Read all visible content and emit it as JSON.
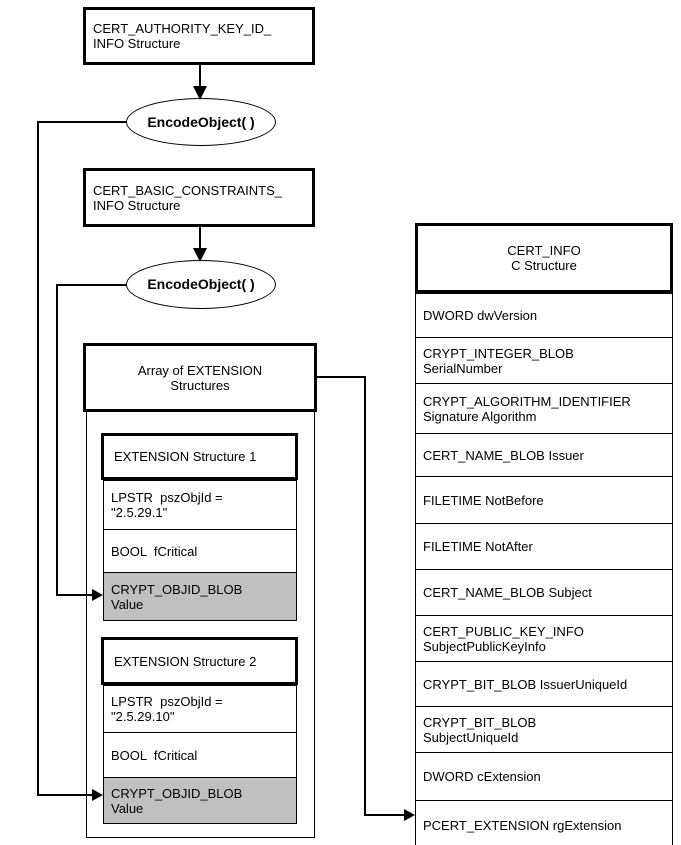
{
  "diagram": {
    "source_boxes": [
      {
        "lines": [
          "CERT_AUTHORITY_KEY_ID_",
          "INFO Structure"
        ]
      },
      {
        "lines": [
          "CERT_BASIC_CONSTRAINTS_",
          "INFO Structure"
        ]
      }
    ],
    "encode_label": "EncodeObject( )",
    "array_box": {
      "lines": [
        "Array of EXTENSION",
        "Structures"
      ]
    },
    "extensions": [
      {
        "title": "EXTENSION Structure 1",
        "rows": [
          {
            "lines": [
              "LPSTR  pszObjId =",
              "\"2.5.29.1\""
            ],
            "shaded": false
          },
          {
            "lines": [
              "BOOL  fCritical"
            ],
            "shaded": false
          },
          {
            "lines": [
              "CRYPT_OBJID_BLOB",
              "Value"
            ],
            "shaded": true
          }
        ]
      },
      {
        "title": "EXTENSION Structure 2",
        "rows": [
          {
            "lines": [
              "LPSTR  pszObjId =",
              "\"2.5.29.10\""
            ],
            "shaded": false
          },
          {
            "lines": [
              "BOOL  fCritical"
            ],
            "shaded": false
          },
          {
            "lines": [
              "CRYPT_OBJID_BLOB",
              "Value"
            ],
            "shaded": true
          }
        ]
      }
    ],
    "cert_info": {
      "title_lines": [
        "CERT_INFO",
        "C Structure"
      ],
      "rows": [
        {
          "lines": [
            "DWORD dwVersion"
          ]
        },
        {
          "lines": [
            "CRYPT_INTEGER_BLOB",
            "SerialNumber"
          ]
        },
        {
          "lines": [
            "CRYPT_ALGORITHM_IDENTIFIER",
            "Signature Algorithm"
          ]
        },
        {
          "lines": [
            "CERT_NAME_BLOB Issuer"
          ]
        },
        {
          "lines": [
            "FILETIME NotBefore"
          ]
        },
        {
          "lines": [
            "FILETIME NotAfter"
          ]
        },
        {
          "lines": [
            "CERT_NAME_BLOB Subject"
          ]
        },
        {
          "lines": [
            "CERT_PUBLIC_KEY_INFO",
            "SubjectPublicKeyInfo"
          ]
        },
        {
          "lines": [
            "CRYPT_BIT_BLOB IssuerUniqueId"
          ]
        },
        {
          "lines": [
            "CRYPT_BIT_BLOB",
            "SubjectUniqueId"
          ]
        },
        {
          "lines": [
            "DWORD cExtension"
          ]
        },
        {
          "lines": [
            "PCERT_EXTENSION rgExtension"
          ]
        }
      ]
    },
    "colors": {
      "shaded_cell": "#c0c0c0",
      "line": "#000000",
      "background": "#ffffff"
    }
  }
}
